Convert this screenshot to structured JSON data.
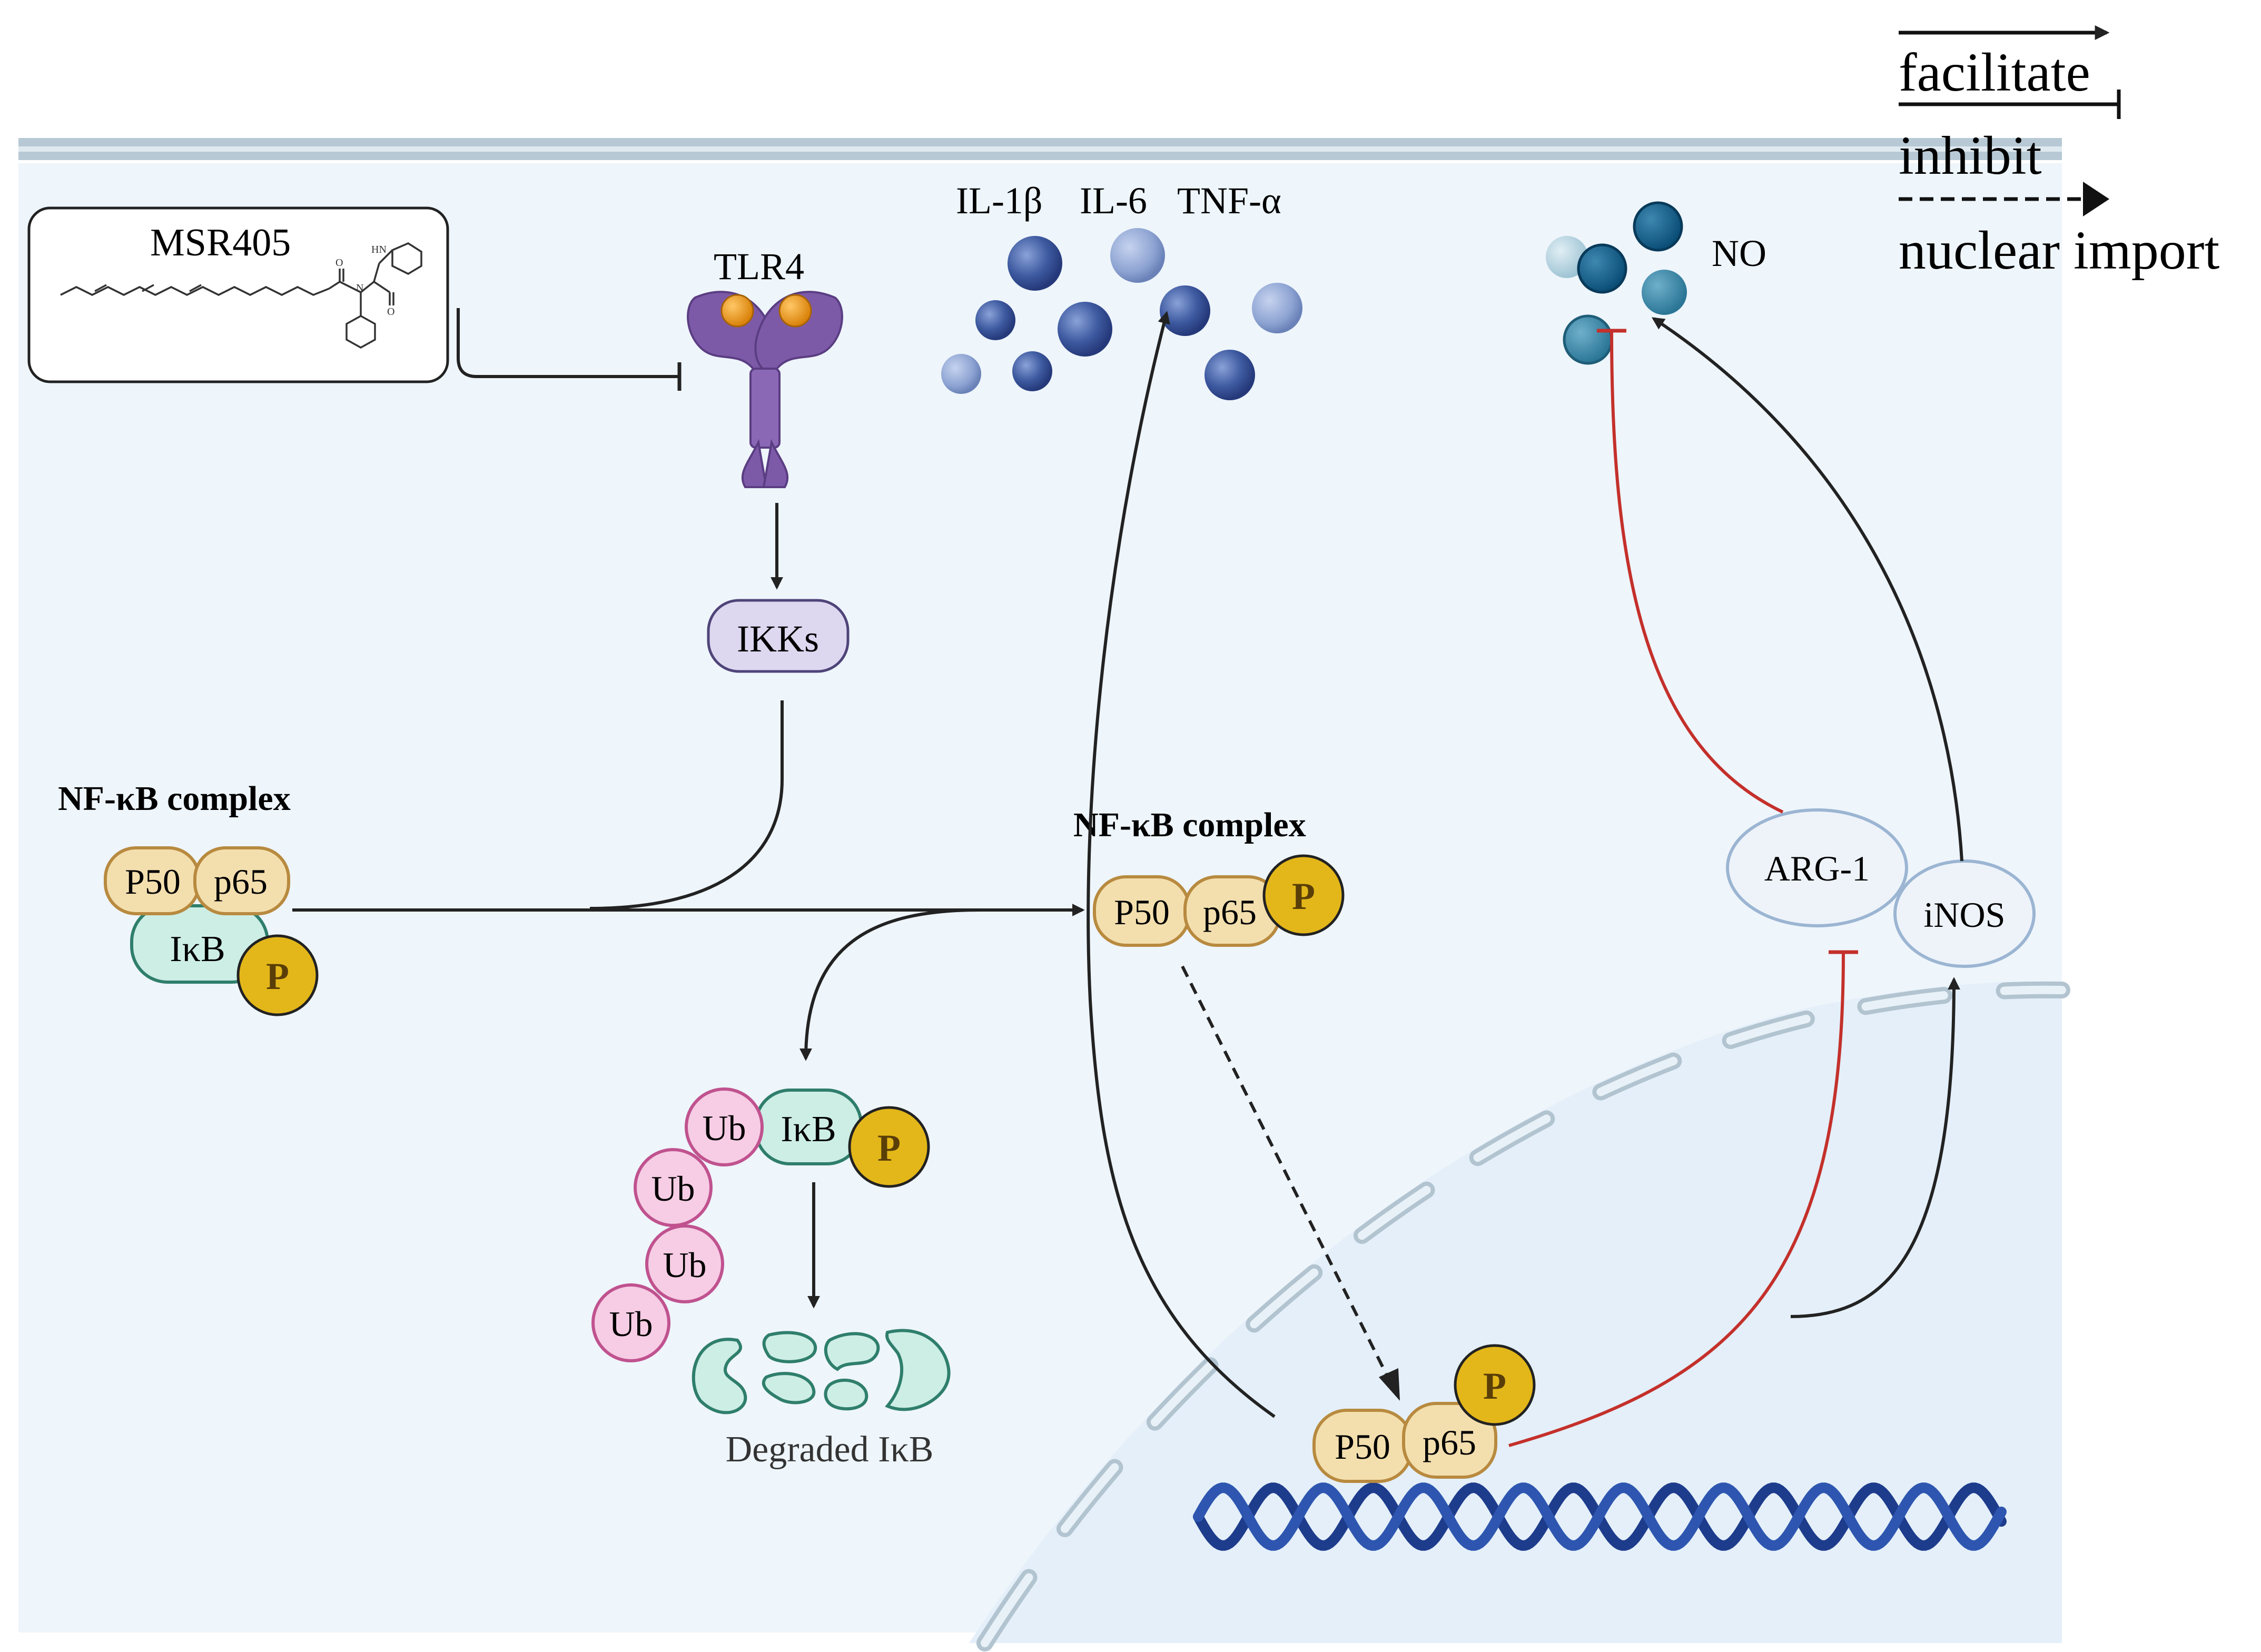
{
  "legend": {
    "facilitate": "facilitate",
    "inhibit": "inhibit",
    "nuclear_import": "nuclear import"
  },
  "drug": {
    "name": "MSR405",
    "structure_atoms": [
      "HN",
      "O",
      "N",
      "O"
    ]
  },
  "receptor": "TLR4",
  "cytokines": {
    "il1b": "IL-1β",
    "il6": "IL-6",
    "tnfa": "TNF-α"
  },
  "no_label": "NO",
  "ikks": "IKKs",
  "nfkb_left": {
    "title": "NF-κB complex",
    "p50": "P50",
    "p65": "p65",
    "ikb": "IκB",
    "phospho": "P"
  },
  "nfkb_right": {
    "title": "NF-κB complex",
    "p50": "P50",
    "p65": "p65",
    "phospho": "P"
  },
  "ub_complex": {
    "ub": [
      "Ub",
      "Ub",
      "Ub",
      "Ub"
    ],
    "ikb": "IκB",
    "phospho": "P"
  },
  "degraded_label": "Degraded IκB",
  "nuclear_nfkb": {
    "p50": "P50",
    "p65": "p65",
    "phospho": "P"
  },
  "arg1": "ARG-1",
  "inos": "iNOS",
  "colors": {
    "membrane": "#b7c9d4",
    "cytoplasm": "#eef5fb",
    "nucleus": "#e4eff9",
    "protein_tan": "#f3dfae",
    "protein_tan_stroke": "#b88a3f",
    "ikb_fill": "#cdeee5",
    "ikb_stroke": "#2f7e6c",
    "phospho_fill": "#e3b719",
    "ub_fill": "#f6cde4",
    "ub_stroke": "#c0528f",
    "ikks_fill": "#ddd8f0",
    "receptor": "#7d5aa8",
    "inhibit_red": "#c4302b",
    "dna": "#1e3c8c"
  }
}
